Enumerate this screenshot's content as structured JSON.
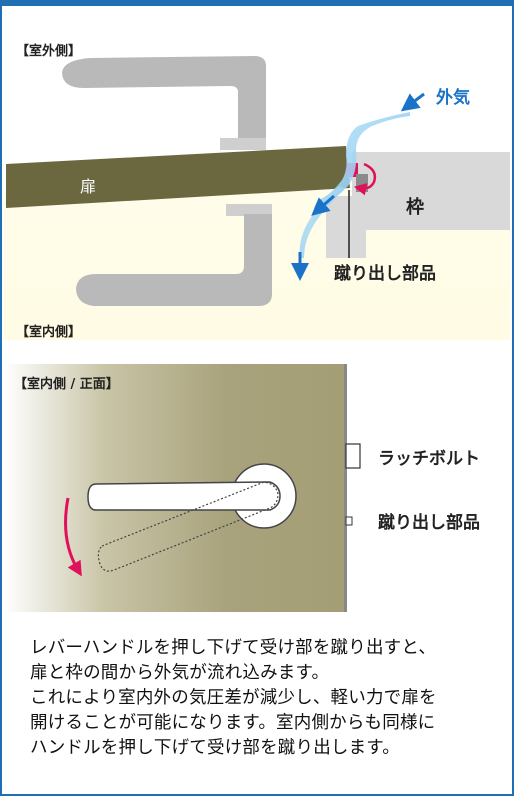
{
  "labels": {
    "outdoor_side": "【室外側】",
    "indoor_side": "【室内側】",
    "indoor_front": "【室内側 / 正面】",
    "outside_air": "外気",
    "door": "扉",
    "frame": "枠",
    "kick_part_top": "蹴り出し部品",
    "latch_bolt": "ラッチボルト",
    "kick_part_bottom": "蹴り出し部品"
  },
  "description": [
    "レバーハンドルを押し下げて受け部を蹴り出すと、",
    "扉と枠の間から外気が流れ込みます。",
    "これにより室内外の気圧差が減少し、軽い力で扉を",
    "開けることが可能になります。室内側からも同様に",
    "ハンドルを押し下げて受け部を蹴り出します。"
  ],
  "colors": {
    "border": "#1f6fb2",
    "door": "#6b6840",
    "frame": "#d9d9d9",
    "handle": "#b9b9b9",
    "air_arrow": "#1a73c8",
    "rotation_arrow": "#e0105a",
    "outdoor_bg": "#fffbe3"
  }
}
